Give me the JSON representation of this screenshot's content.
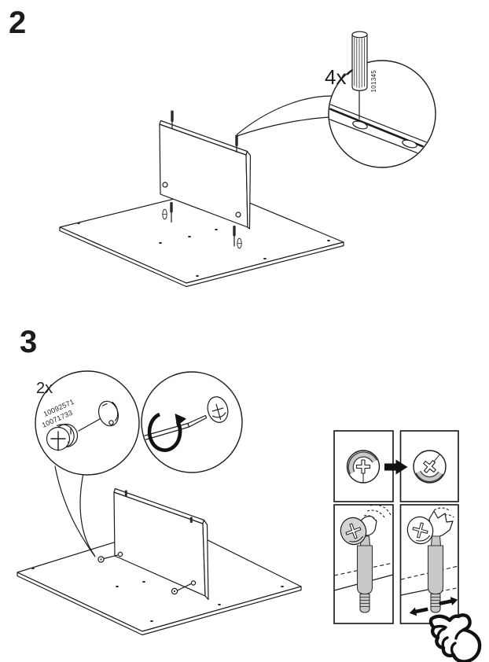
{
  "page": {
    "background": "#ffffff",
    "line_color": "#1c1c1c",
    "gray_fill": "#c8c8c8",
    "black": "#111111"
  },
  "steps": [
    {
      "number": "2",
      "callout": {
        "quantity": "4x",
        "part_number": "101345",
        "icon": "wooden-dowel-icon"
      }
    },
    {
      "number": "3",
      "callout": {
        "quantity": "2x",
        "part_numbers": [
          "10092571",
          "10071733"
        ],
        "icon": "cam-lock-icon"
      },
      "detail_panel": {
        "top_left_icon": "cam-lock-unlocked-face-icon",
        "transition_icon": "arrow-right-icon",
        "top_right_icon": "cam-lock-locked-face-icon",
        "bottom_left_icon": "cam-bolt-loose-icon",
        "bottom_right_icon": "cam-bolt-secured-icon",
        "pointer_icon": "hand-pointing-icon"
      }
    }
  ]
}
